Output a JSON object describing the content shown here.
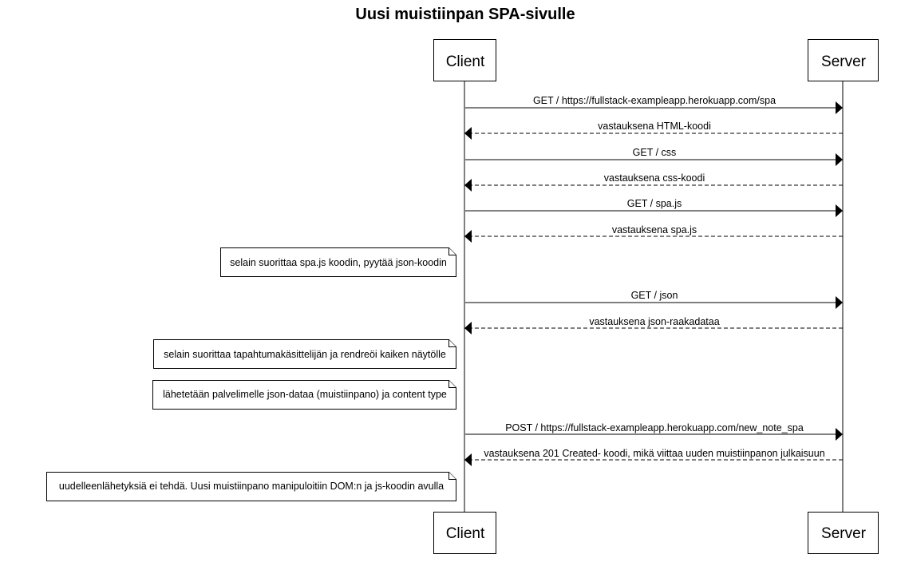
{
  "diagram": {
    "title": "Uusi muistiinpan SPA-sivulle",
    "actors": {
      "client": "Client",
      "server": "Server"
    },
    "messages": [
      {
        "text": "GET / https://fullstack-exampleapp.herokuapp.com/spa",
        "from": "client",
        "to": "server",
        "style": "solid"
      },
      {
        "text": "vastauksena HTML-koodi",
        "from": "server",
        "to": "client",
        "style": "dashed"
      },
      {
        "text": "GET / css",
        "from": "client",
        "to": "server",
        "style": "solid"
      },
      {
        "text": "vastauksena css-koodi",
        "from": "server",
        "to": "client",
        "style": "dashed"
      },
      {
        "text": "GET / spa.js",
        "from": "client",
        "to": "server",
        "style": "solid"
      },
      {
        "text": "vastauksena spa.js",
        "from": "server",
        "to": "client",
        "style": "dashed"
      },
      {
        "text": "GET / json",
        "from": "client",
        "to": "server",
        "style": "solid"
      },
      {
        "text": "vastauksena json-raakadataa",
        "from": "server",
        "to": "client",
        "style": "dashed"
      },
      {
        "text": "POST / https://fullstack-exampleapp.herokuapp.com/new_note_spa",
        "from": "client",
        "to": "server",
        "style": "solid"
      },
      {
        "text": "vastauksena 201 Created- koodi, mikä viittaa uuden muistiinpanon julkaisuun",
        "from": "server",
        "to": "client",
        "style": "dashed"
      }
    ],
    "notes": [
      {
        "text": "selain suorittaa spa.js koodin, pyytää json-koodin"
      },
      {
        "text": "selain suorittaa tapahtumakäsittelijän ja rendreöi kaiken näytölle"
      },
      {
        "text": "lähetetään palvelimelle json-dataa (muistiinpano) ja content type"
      },
      {
        "text": "uudelleenlähetyksiä ei tehdä. Uusi muistiinpano manipuloitiin DOM:n ja js-koodin avulla"
      }
    ]
  }
}
